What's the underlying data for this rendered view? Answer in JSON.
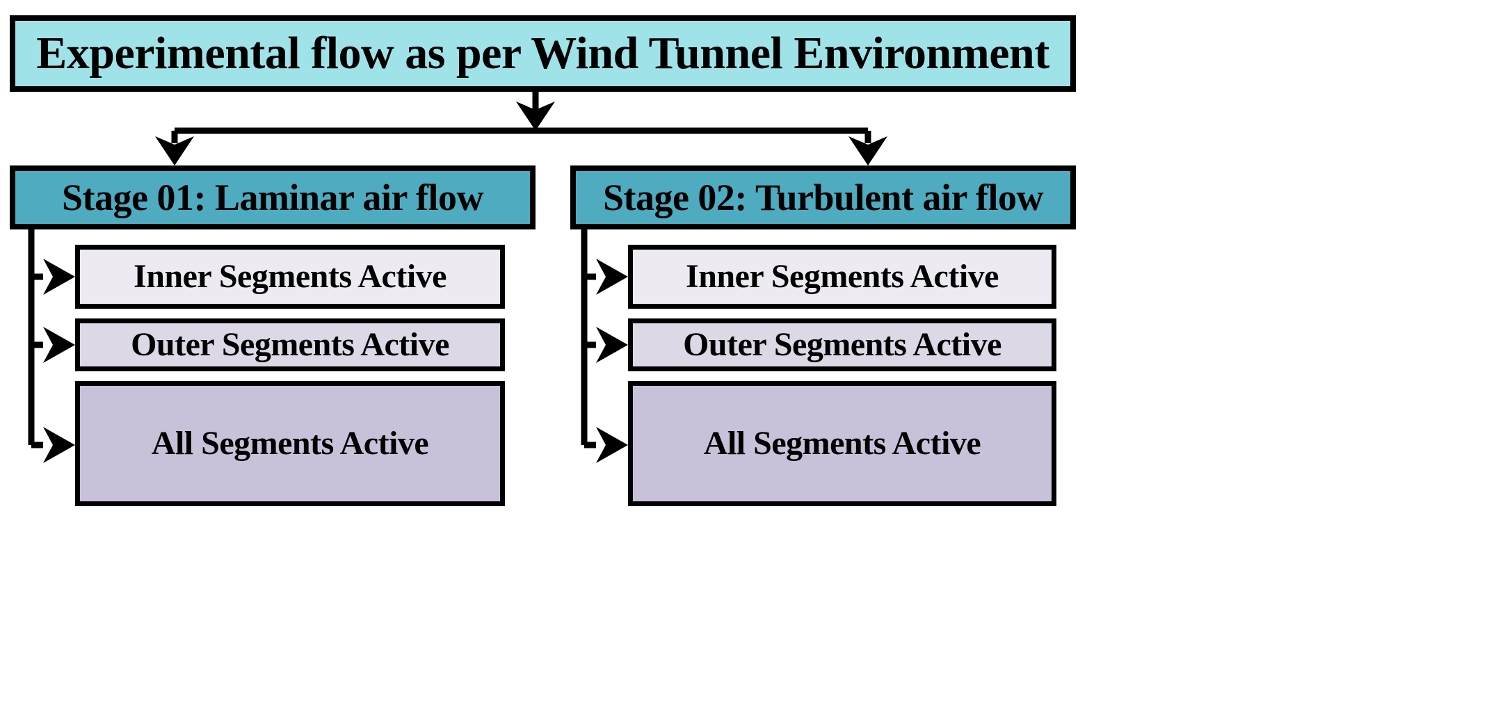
{
  "diagram": {
    "title": "Experimental flow as per Wind Tunnel Environment",
    "root": {
      "label": "Experimental flow as per Wind Tunnel Environment",
      "fill": "#9FE3E8"
    },
    "stages": [
      {
        "id": "stage-01",
        "label": "Stage 01: Laminar air flow",
        "fill": "#4EABC0",
        "children": [
          {
            "id": "inner",
            "label": "Inner Segments Active",
            "fill": "#EDEAF2"
          },
          {
            "id": "outer",
            "label": "Outer Segments Active",
            "fill": "#DDD8E6"
          },
          {
            "id": "all",
            "label": "All Segments Active",
            "fill": "#C9C1D9"
          }
        ]
      },
      {
        "id": "stage-02",
        "label": "Stage 02: Turbulent air flow",
        "fill": "#4EABC0",
        "children": [
          {
            "id": "inner",
            "label": "Inner Segments Active",
            "fill": "#EDEAF2"
          },
          {
            "id": "outer",
            "label": "Outer Segments Active",
            "fill": "#DDD8E6"
          },
          {
            "id": "all",
            "label": "All Segments Active",
            "fill": "#C9C1D9"
          }
        ]
      }
    ],
    "style": {
      "border_color": "#000000",
      "text_color": "#000000",
      "background": "#ffffff",
      "connector_color": "#000000"
    }
  }
}
